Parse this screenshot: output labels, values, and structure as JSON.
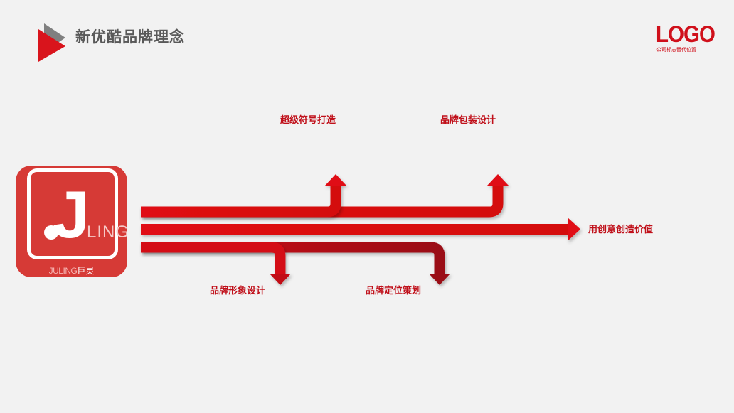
{
  "header": {
    "title": "新优酷品牌理念",
    "logo": "LOGO",
    "logo_subtitle": "公司标志替代位置"
  },
  "brand": {
    "initial": "J",
    "wordmark": "LING",
    "caption_latin": "JULING",
    "caption_cn": "巨灵"
  },
  "diagram": {
    "top_branches": [
      {
        "label": "超级符号打造"
      },
      {
        "label": "品牌包装设计"
      }
    ],
    "main": {
      "label": "用创意创造价值"
    },
    "bottom_branches": [
      {
        "label": "品牌形象设计"
      },
      {
        "label": "品牌定位策划"
      }
    ]
  },
  "colors": {
    "accent_red": "#e00a12",
    "dark_red": "#a80c14",
    "label_red": "#c0101a",
    "brand_red": "#d63a36",
    "gray_text": "#595959"
  }
}
